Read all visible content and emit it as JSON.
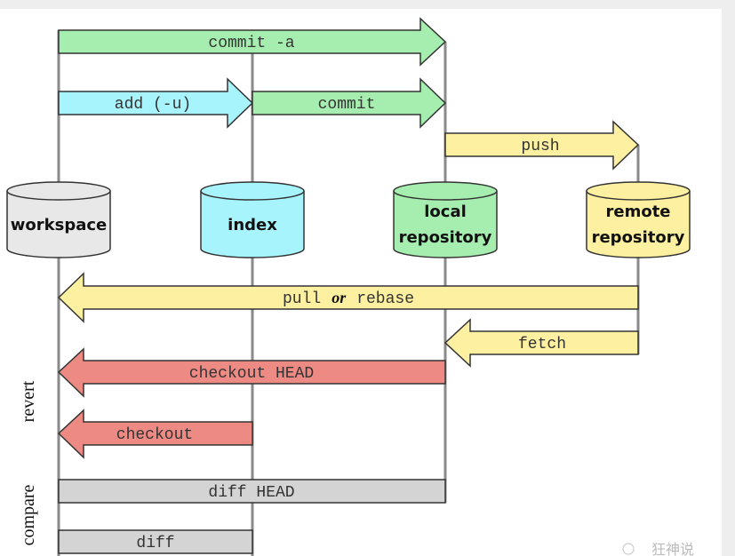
{
  "colors": {
    "green": "#a6eeb0",
    "cyan": "#a8f4fc",
    "yellow": "#fdf0a0",
    "red": "#ee8a84",
    "gray": "#d4d4d4",
    "workspace": "#e8e8e8"
  },
  "stores": {
    "workspace": "workspace",
    "index": "index",
    "local_line1": "local",
    "local_line2": "repository",
    "remote_line1": "remote",
    "remote_line2": "repository"
  },
  "arrows": {
    "commit_a": "commit -a",
    "add": "add (-u)",
    "commit": "commit",
    "push": "push",
    "pull_1": "pull",
    "pull_or": "or",
    "pull_2": "rebase",
    "fetch": "fetch",
    "checkout_head": "checkout HEAD",
    "checkout": "checkout",
    "diff_head": "diff HEAD",
    "diff": "diff"
  },
  "groups": {
    "revert": "revert",
    "compare": "compare"
  },
  "watermark": "狂神说"
}
